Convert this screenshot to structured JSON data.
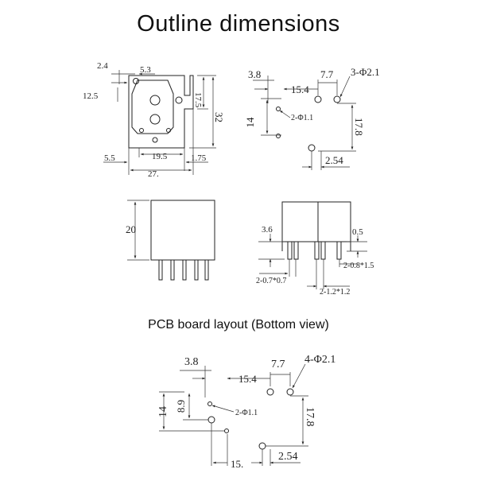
{
  "titles": {
    "outline": "Outline dimensions",
    "pcb": "PCB board layout (Bottom view)"
  },
  "outline_top": {
    "d1": "2.4",
    "d2": "5.3",
    "d3": "12.5",
    "d4": "17.5",
    "d5": "32",
    "d6": "19.5",
    "d7": "5.5",
    "d8": "27.",
    "d9": "1.75"
  },
  "outline_pins": {
    "d1": "3.8",
    "d2": "7.7",
    "d3": "3-Φ2.1",
    "d4": "15.4",
    "d5": "14",
    "d6": "2-Φ1.1",
    "d7": "17.8",
    "d8": "2.54"
  },
  "outline_side": {
    "height": "20"
  },
  "outline_end": {
    "d1": "3.6",
    "d2": "0.5",
    "d3": "2-0.8*1.5",
    "d4": "2-0.7*0.7",
    "d5": "2-1.2*1.2"
  },
  "pcb": {
    "d1": "3.8",
    "d2": "7.7",
    "d3": "4-Φ2.1",
    "d4": "15.4",
    "d5": "14",
    "d6": "8.9",
    "d7": "2-Φ1.1",
    "d8": "17.8",
    "d9": "15.",
    "d10": "2.54"
  }
}
